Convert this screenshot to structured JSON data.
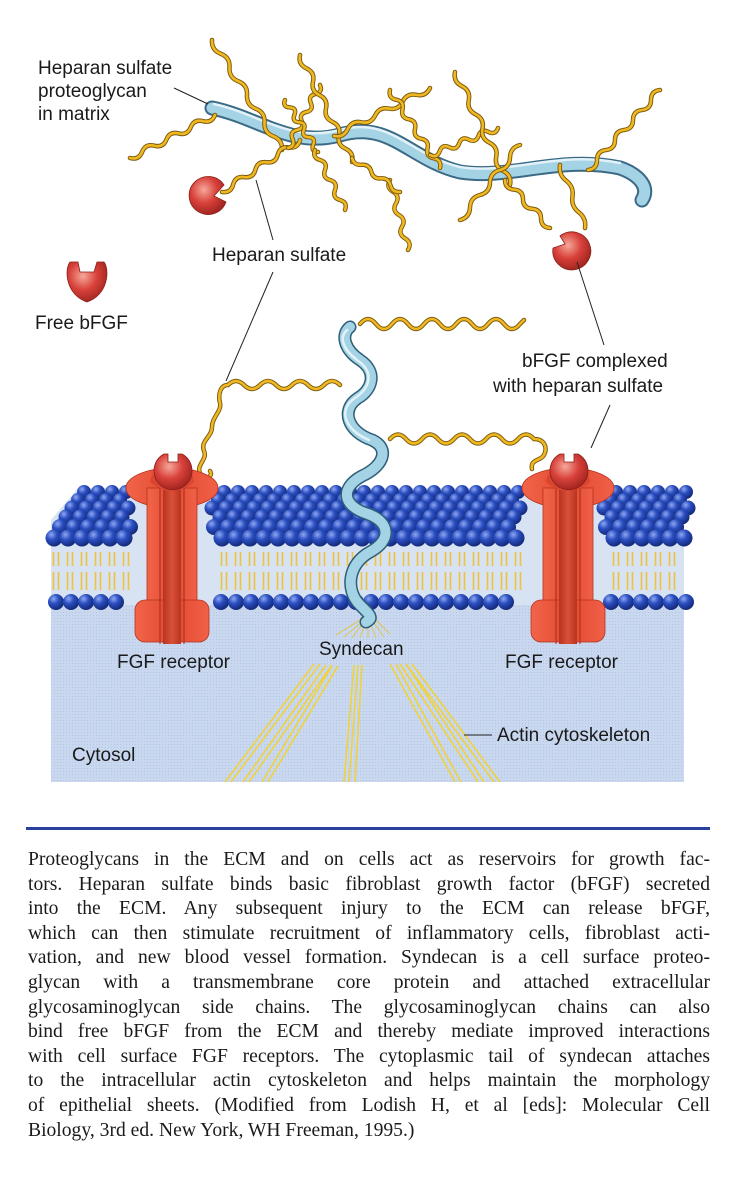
{
  "figure": {
    "labels": {
      "hspg_line1": "Heparan sulfate",
      "hspg_line2": "proteoglycan",
      "hspg_line3": "in matrix",
      "heparan_sulfate": "Heparan sulfate",
      "free_bfgf": "Free bFGF",
      "complexed_line1": "bFGF complexed",
      "complexed_line2": "with heparan sulfate",
      "fgf_receptor_left": "FGF receptor",
      "syndecan": "Syndecan",
      "fgf_receptor_right": "FGF receptor",
      "actin": "Actin cytoskeleton",
      "cytosol": "Cytosol"
    },
    "colors": {
      "core_protein": "#9ccbe0",
      "gag_chain": "#e8b320",
      "bfgf": "#d8413a",
      "receptor": "#ee5a3e",
      "lipid_head": "#2446b0",
      "cytosol": "#c8d8ee",
      "rule": "#2b3f9e"
    }
  },
  "caption": {
    "lines": [
      "Proteoglycans in the ECM and on cells act as reservoirs for growth fac-",
      "tors. Heparan sulfate binds basic fibroblast growth factor (bFGF) secreted",
      "into the ECM. Any subsequent injury to the ECM can release bFGF,",
      "which can then stimulate recruitment of inflammatory cells, fibroblast acti-",
      "vation, and new blood vessel formation. Syndecan is a cell surface proteo-",
      "glycan with a transmembrane core protein and attached extracellular",
      "glycosaminoglycan side chains. The glycosaminoglycan chains can also",
      "bind free bFGF from the ECM and thereby mediate improved interactions",
      "with cell surface FGF receptors. The cytoplasmic tail of syndecan attaches",
      "to the intracellular actin cytoskeleton and helps maintain the morphology",
      "of epithelial sheets. (Modified from Lodish H, et al [eds]: Molecular Cell",
      "Biology, 3rd ed. New York, WH Freeman, 1995.)"
    ]
  }
}
